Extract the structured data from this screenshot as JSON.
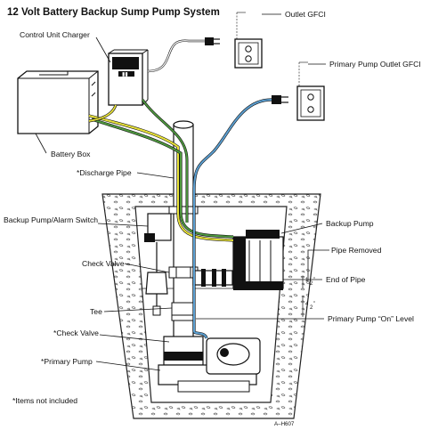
{
  "title": "12 Volt Battery Backup Sump Pump System",
  "labels": {
    "outlet_gfci": "Outlet GFCI",
    "control_unit_charger": "Control Unit Charger",
    "primary_pump_outlet_gfci": "Primary Pump Outlet GFCI",
    "battery_box": "Battery Box",
    "discharge_pipe": "*Discharge Pipe",
    "backup_pump_alarm_switch": "Backup Pump/Alarm Switch",
    "backup_pump": "Backup Pump",
    "check_valve_1": "Check Valve",
    "pipe_removed": "Pipe Removed",
    "end_of_pipe": "End of Pipe",
    "tee": "Tee",
    "primary_pump_on_level": "Primary Pump “On” Level",
    "check_valve_2": "*Check Valve",
    "primary_pump": "*Primary Pump",
    "items_not_included": "*Items not included"
  },
  "dimensions": {
    "gap_1": "1",
    "gap_1_den": "2",
    "gap_1_unit": "”",
    "gap_2": "4",
    "gap_2_den": "2",
    "gap_2_unit": "”"
  },
  "code": "A–H607",
  "colors": {
    "wire_yellow": "#e8e23a",
    "wire_green": "#4f9a3f",
    "wire_blue": "#5b9fd1",
    "line": "#111111"
  }
}
